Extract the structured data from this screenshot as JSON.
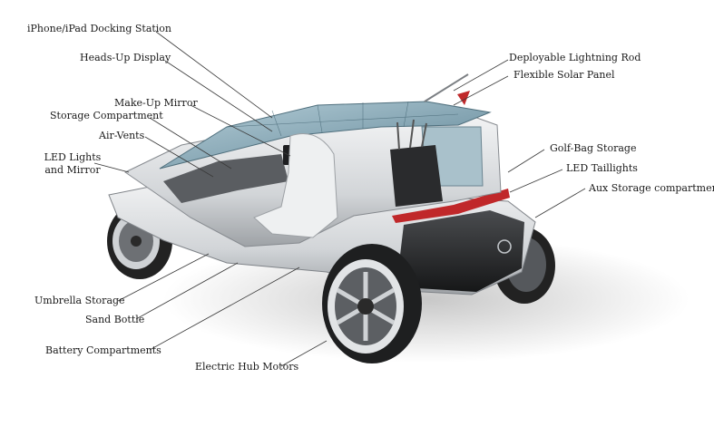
{
  "labels": {
    "iphone_dock": "iPhone/iPad Docking Station",
    "hud": "Heads-Up Display",
    "makeup_mirror": "Make-Up Mirror",
    "storage_compartment": "Storage Compartment",
    "air_vents": "Air-Vents",
    "led_lights": "LED Lights and Mirror",
    "lightning_rod": "Deployable Lightning Rod",
    "solar_panel": "Flexible Solar Panel",
    "golf_bag": "Golf-Bag Storage",
    "taillights": "LED Taillights",
    "aux_storage": "Aux Storage compartment",
    "umbrella": "Umbrella Storage",
    "sand_bottle": "Sand Bottle",
    "battery": "Battery Compartments",
    "hub_motors": "Electric Hub Motors"
  },
  "colors": {
    "body": "#d9dcdf",
    "glass": "#8fb0bf",
    "dark": "#2b2c2e",
    "accent": "#c0282a",
    "line": "#3a3a3a"
  }
}
